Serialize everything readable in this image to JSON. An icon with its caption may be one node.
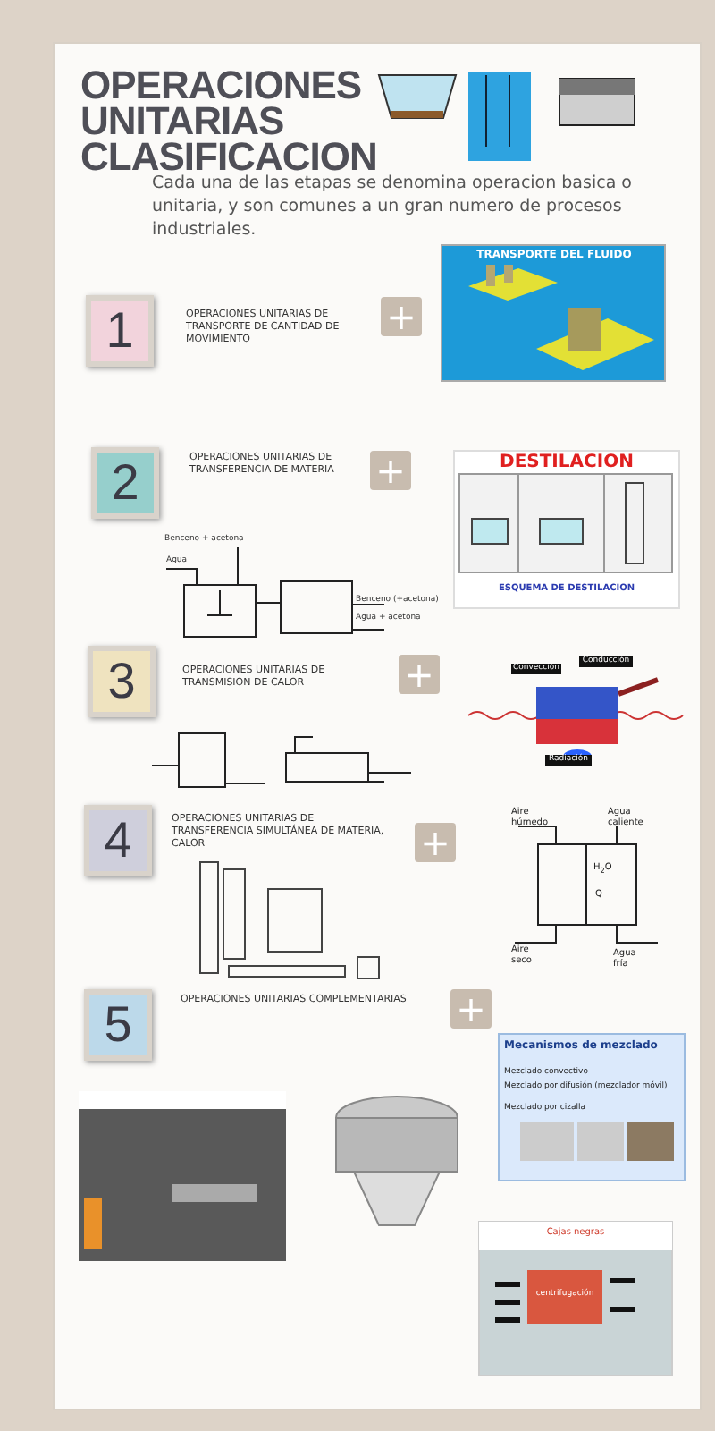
{
  "diagram": {
    "title": "OPERACIONES UNITARIAS CLASIFICACION",
    "nodes": [
      {
        "text": [
          "1"
        ],
        "beside": [
          "OPERACIONES UNITARIAS DE TRANSPORTE DE CANTIDAD DE MOVIMIENTO"
        ]
      },
      {
        "text": [
          "2"
        ],
        "beside": [
          "OPERACIONES UNITARIAS DE TRANSFERENCIA DE MATERIA"
        ]
      },
      {
        "text": [
          "3"
        ],
        "beside": [
          "OPERACIONES UNITARIAS DE TRANSMISION DE CALOR"
        ]
      },
      {
        "text": [
          "4"
        ],
        "beside": [
          "OPERACIONES UNITARIAS DE TRANSFERENCIA SIMULTÁNEA DE MATERIA, CALOR"
        ]
      },
      {
        "text": [
          "5"
        ],
        "beside": [
          "OPERACIONES UNITARIAS COMPLEMENTARIAS"
        ]
      }
    ],
    "labels": [
      "Cada una de las etapas se denomina operacion basica o unitaria, y son comunes a un gran numero de procesos industriales.",
      "+",
      "TRANSPORTE DEL FLUIDO",
      "+",
      "DESTILACION",
      "ESQUEMA DE DESTILACION",
      "Benceno + acetona",
      "Agua",
      "Benceno (+acetona)",
      "Agua + acetona",
      "+",
      "Convección",
      "Conducción",
      "Radiación",
      "+",
      "Aire húmedo",
      "Agua caliente",
      "H$_{2}$O",
      "Q",
      "Aire seco",
      "Agua fría",
      "+",
      "Mecanismos de mezclado",
      "Mezclado convectivo",
      "Mezclado por difusión (mezclador móvil)",
      "Mezclado por cizalla",
      "Cajas negras",
      "centrifugación"
    ]
  }
}
